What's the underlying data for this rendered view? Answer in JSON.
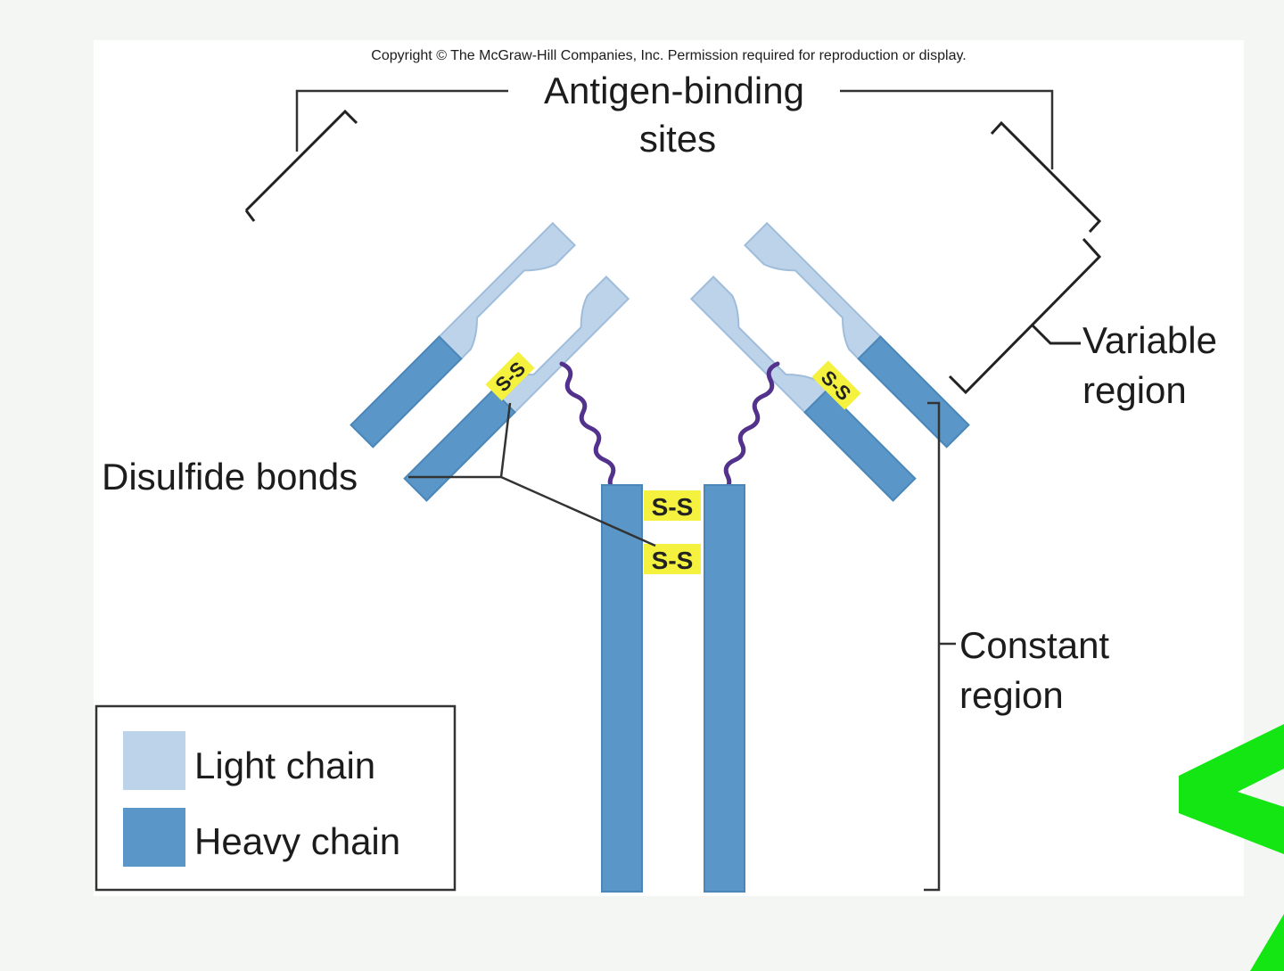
{
  "copyright": "Copyright © The McGraw-Hill Companies, Inc. Permission required for reproduction or display.",
  "labels": {
    "antigen_binding_line1": "Antigen-binding",
    "antigen_binding_line2": "sites",
    "variable_line1": "Variable",
    "variable_line2": "region",
    "constant_line1": "Constant",
    "constant_line2": "region",
    "disulfide": "Disulfide bonds"
  },
  "bonds": {
    "left_arm": "S-S",
    "right_arm": "S-S",
    "hinge_top": "S-S",
    "hinge_bottom": "S-S"
  },
  "legend": {
    "light": "Light chain",
    "heavy": "Heavy chain"
  },
  "colors": {
    "light_chain": "#bcd3ea",
    "heavy_chain": "#5a96c8",
    "bond_box": "#f4f23e",
    "hinge": "#52328c",
    "bracket": "#333333",
    "accent_green": "#13e613"
  }
}
